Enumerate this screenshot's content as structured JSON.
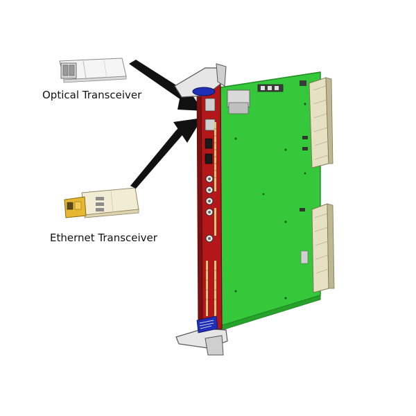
{
  "labels": {
    "optical": "Optical Transceiver",
    "ethernet": "Ethernet Transceiver"
  },
  "colors": {
    "board": "#35c83a",
    "board_edge": "#1e8a22",
    "front_panel": "#b3171a",
    "arrow": "#111111",
    "optical_body": "#ececec",
    "ethernet_body": "#f1ead2",
    "ethernet_latch": "#e3b52a",
    "card_label": "#1f2fb8"
  },
  "icons": {
    "optical_module": "optical-transceiver-illustration",
    "ethernet_module": "ethernet-transceiver-illustration",
    "board": "vme-board-illustration"
  }
}
